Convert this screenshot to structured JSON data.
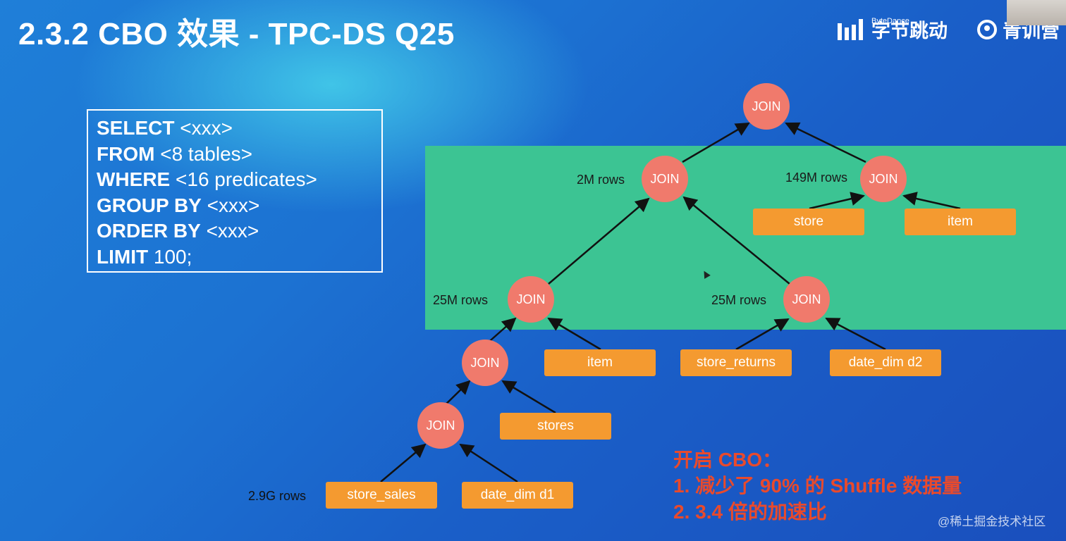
{
  "slide": {
    "title": "2.3.2 CBO 效果 - TPC-DS Q25"
  },
  "branding": {
    "bytedance_sub": "ByteDance",
    "bytedance_name": "字节跳动",
    "camp_name": "青训营"
  },
  "sql": {
    "lines": [
      {
        "kw": "SELECT",
        "rest": " <xxx>"
      },
      {
        "kw": "FROM",
        "rest": " <8 tables>"
      },
      {
        "kw": "WHERE",
        "rest": " <16 predicates>"
      },
      {
        "kw": "GROUP BY",
        "rest": " <xxx>"
      },
      {
        "kw": "ORDER BY",
        "rest": " <xxx>"
      },
      {
        "kw": "LIMIT",
        "rest": " 100;"
      }
    ]
  },
  "plan": {
    "join_label": "JOIN",
    "joins": {
      "root": "JOIN",
      "left": "JOIN",
      "right": "JOIN",
      "mid_left": "JOIN",
      "mid_right": "JOIN",
      "low": "JOIN",
      "bottom": "JOIN"
    },
    "tables": {
      "store": "store",
      "item_top": "item",
      "item_mid": "item",
      "store_returns": "store_returns",
      "date_dim_d2": "date_dim d2",
      "stores": "stores",
      "store_sales": "store_sales",
      "date_dim_d1": "date_dim d1"
    },
    "row_labels": {
      "left": "2M rows",
      "right": "149M rows",
      "mid_left": "25M rows",
      "mid_right": "25M rows",
      "store_sales": "2.9G rows"
    }
  },
  "notes": {
    "heading": "开启 CBO：",
    "items": [
      "1.  减少了 90% 的 Shuffle 数据量",
      "2.  3.4 倍的加速比"
    ]
  },
  "watermark": "@稀土掘金技术社区",
  "colors": {
    "join_node": "#f07a6c",
    "table_node": "#f49a30",
    "highlight_region": "#3cc493",
    "note_text": "#e94a2c"
  }
}
